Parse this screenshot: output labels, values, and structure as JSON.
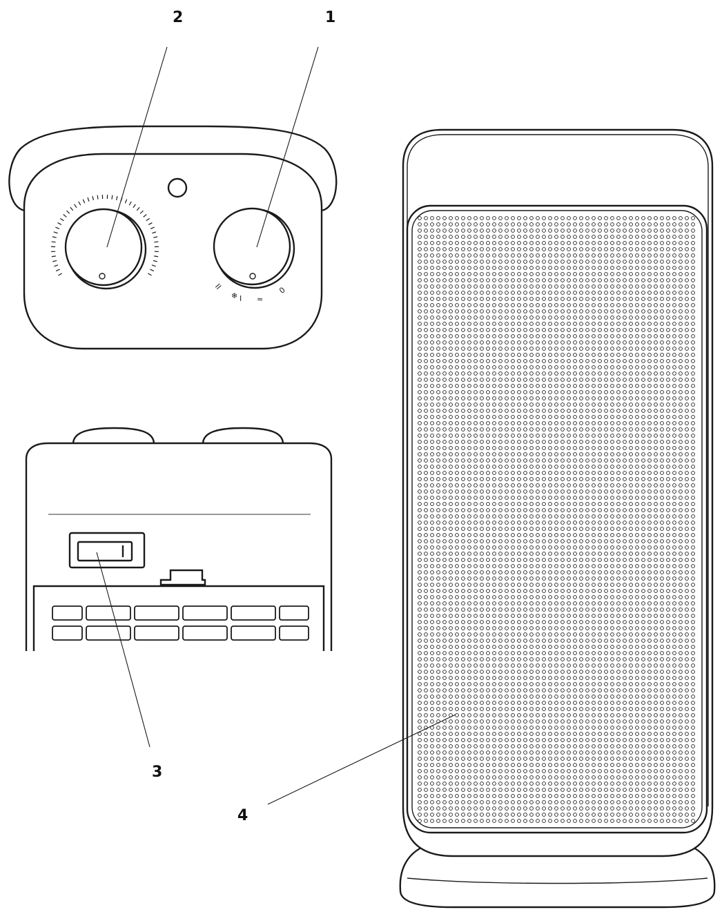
{
  "callouts": [
    {
      "id": "1",
      "label": "1"
    },
    {
      "id": "2",
      "label": "2"
    },
    {
      "id": "3",
      "label": "3"
    },
    {
      "id": "4",
      "label": "4"
    }
  ],
  "dial_marks": [
    "II",
    "❄",
    "I",
    "≈",
    "0"
  ],
  "colors": {
    "line": "#1a1a1a",
    "background": "#ffffff"
  }
}
